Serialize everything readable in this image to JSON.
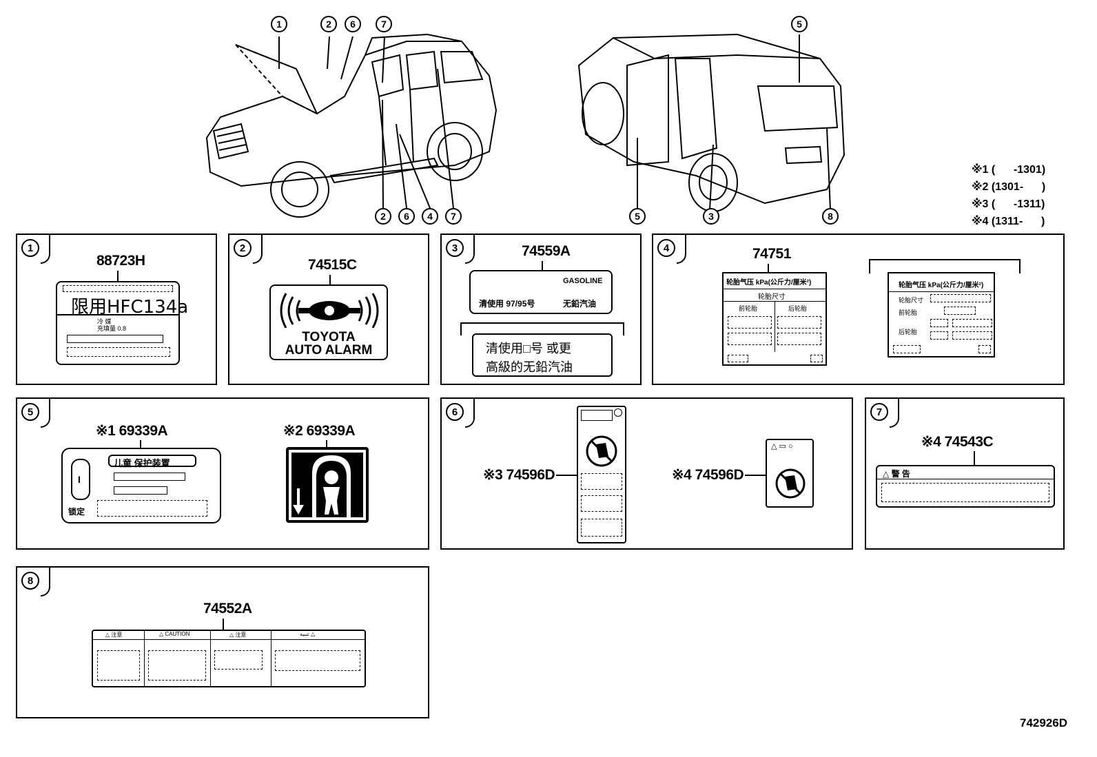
{
  "callouts_front": [
    "1",
    "2",
    "6",
    "7"
  ],
  "callouts_front_bottom": [
    "2",
    "6",
    "4",
    "7"
  ],
  "callouts_rear_top": "5",
  "callouts_rear_bottom": [
    "5",
    "3",
    "8"
  ],
  "notes": [
    "※1 (      -1301)",
    "※2 (1301-      )",
    "※3 (      -1311)",
    "※4 (1311-      )"
  ],
  "panels": [
    {
      "num": "1",
      "part": "88723H",
      "text_main": "限用HFC134a",
      "text_sub1": "冷 媒",
      "text_sub2": "充填量 0.8"
    },
    {
      "num": "2",
      "part": "74515C",
      "line1": "TOYOTA",
      "line2": "AUTO ALARM"
    },
    {
      "num": "3",
      "part": "74559A",
      "gasoline": "GASOLINE",
      "fuel_left": "清使用 97/95号",
      "fuel_right": "无鉛汽油",
      "alt_line1": "清使用□号 或更",
      "alt_line2": "高級的无鉛汽油"
    },
    {
      "num": "4",
      "part": "74751",
      "t1": "轮胎气压 kPa(公斤力/厘米²)",
      "t2": "轮胎尺寸",
      "c1": "前轮胎",
      "c2": "后轮胎",
      "t3": "轮胎气压 kPa(公斤力/厘米²)",
      "r1": "轮胎尺寸",
      "r2": "前轮胎",
      "r3": "后轮胎"
    },
    {
      "num": "5",
      "part1": "※1 69339A",
      "part2": "※2 69339A",
      "title": "儿童 保护装置",
      "lock": "锁定"
    },
    {
      "num": "6",
      "part1": "※3 74596D",
      "part2": "※4 74596D"
    },
    {
      "num": "7",
      "part": "※4 74543C",
      "warn": "△ 警  告"
    },
    {
      "num": "8",
      "part": "74552A",
      "h1": "△ 注意",
      "h2": "△ CAUTION",
      "h3": "△ 注意",
      "h4": "تنبيه △"
    }
  ],
  "diagram_id": "742926D"
}
